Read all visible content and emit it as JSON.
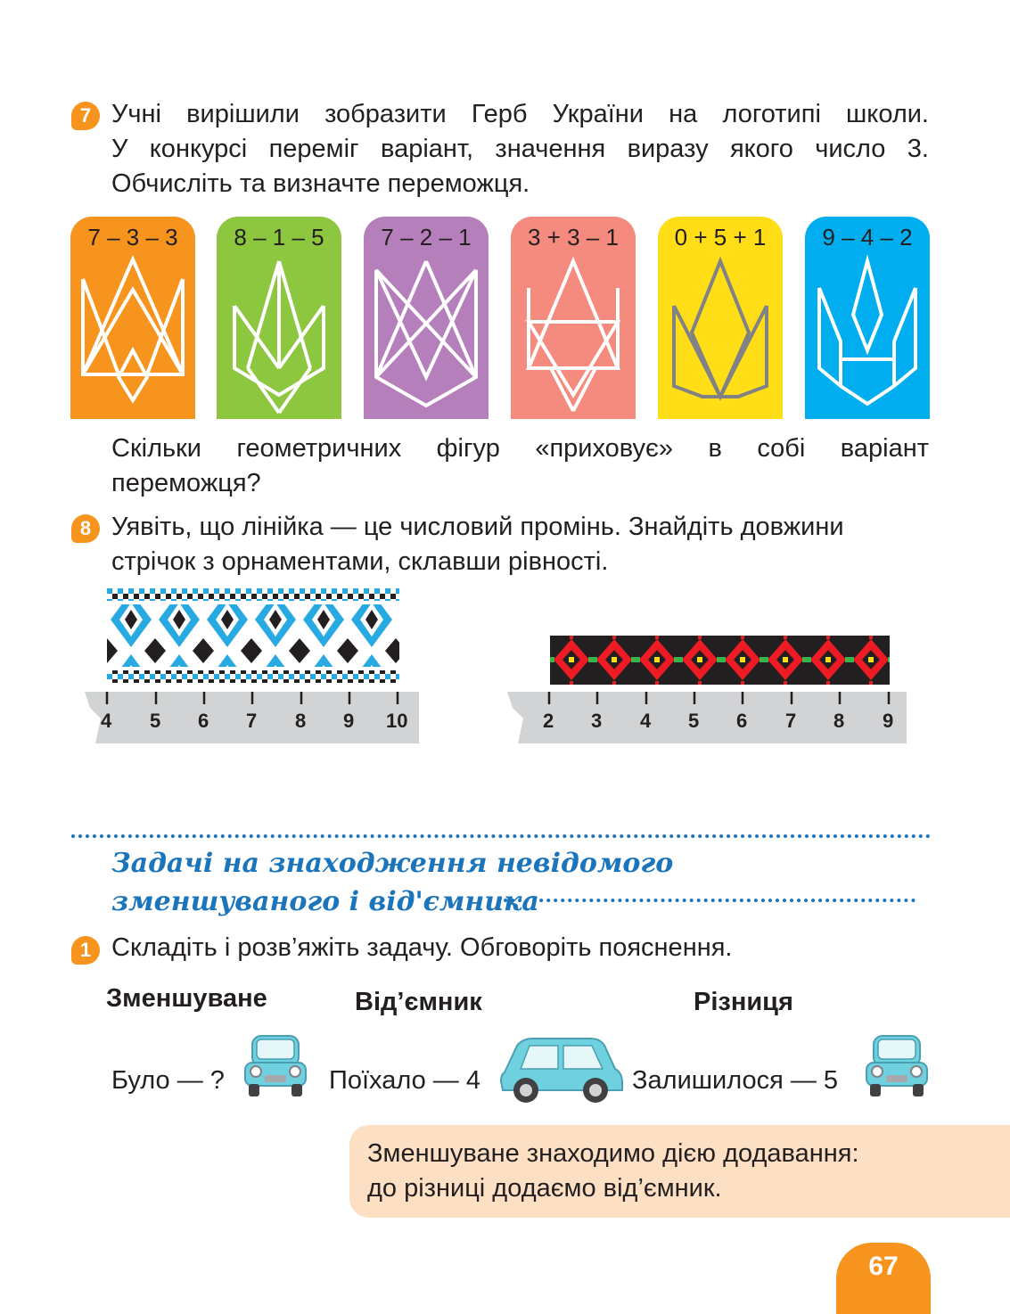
{
  "task7": {
    "number": "7",
    "lines": [
      "Учні вирішили зобразити Герб України на логотипі школи.",
      "У конкурсі переміг варіант, значення виразу якого число 3.",
      "Обчисліть та визначте переможця."
    ],
    "cards": [
      {
        "expr": "7 – 3 – 3",
        "color": "#f7941d",
        "stroke": "#ffffff"
      },
      {
        "expr": "8 – 1 – 5",
        "color": "#8dc63f",
        "stroke": "#ffffff"
      },
      {
        "expr": "7 – 2 – 1",
        "color": "#b57fbc",
        "stroke": "#ffffff"
      },
      {
        "expr": "3 + 3 – 1",
        "color": "#f58a7e",
        "stroke": "#ffffff"
      },
      {
        "expr": "0 + 5 + 1",
        "color": "#ffde17",
        "stroke": "#808285"
      },
      {
        "expr": "9 – 4 – 2",
        "color": "#00aeef",
        "stroke": "#ffffff"
      }
    ],
    "question_line1": "Скільки геометричних фігур «приховує» в собі варіант",
    "question_line2": "переможця?"
  },
  "task8": {
    "number": "8",
    "line1": "Уявіть, що лінійка — це числовий промінь. Знайдіть довжини",
    "line2": "стрічок з орнаментами, склавши рівності.",
    "ruler1_ticks": [
      "4",
      "5",
      "6",
      "7",
      "8",
      "9",
      "10"
    ],
    "ruler2_ticks": [
      "2",
      "3",
      "4",
      "5",
      "6",
      "7",
      "8",
      "9"
    ],
    "ribbon1_start": 4,
    "ribbon1_end": 10,
    "ribbon2_start": 2,
    "ribbon2_end": 9
  },
  "section": {
    "heading_line1": "Задачі на знаходження невідомого",
    "heading_line2": "зменшуваного і від'ємника"
  },
  "task1": {
    "number": "1",
    "text": "Складіть і розв’яжіть задачу. Обговоріть пояснення.",
    "col_minuend": "Зменшуване",
    "col_subtrahend": "Від’ємник",
    "col_difference": "Різниця",
    "was": "Було — ?",
    "left": "Поїхало — 4",
    "remained": "Залишилося — 5",
    "rule_line1": "Зменшуване знаходимо дією додавання:",
    "rule_line2": "до різниці додаємо від’ємник."
  },
  "page_number": "67",
  "colors": {
    "accent": "#f7941d",
    "heading_blue": "#1b75bc",
    "rule_box": "#fde0c4",
    "car": "#6fd0e0"
  }
}
